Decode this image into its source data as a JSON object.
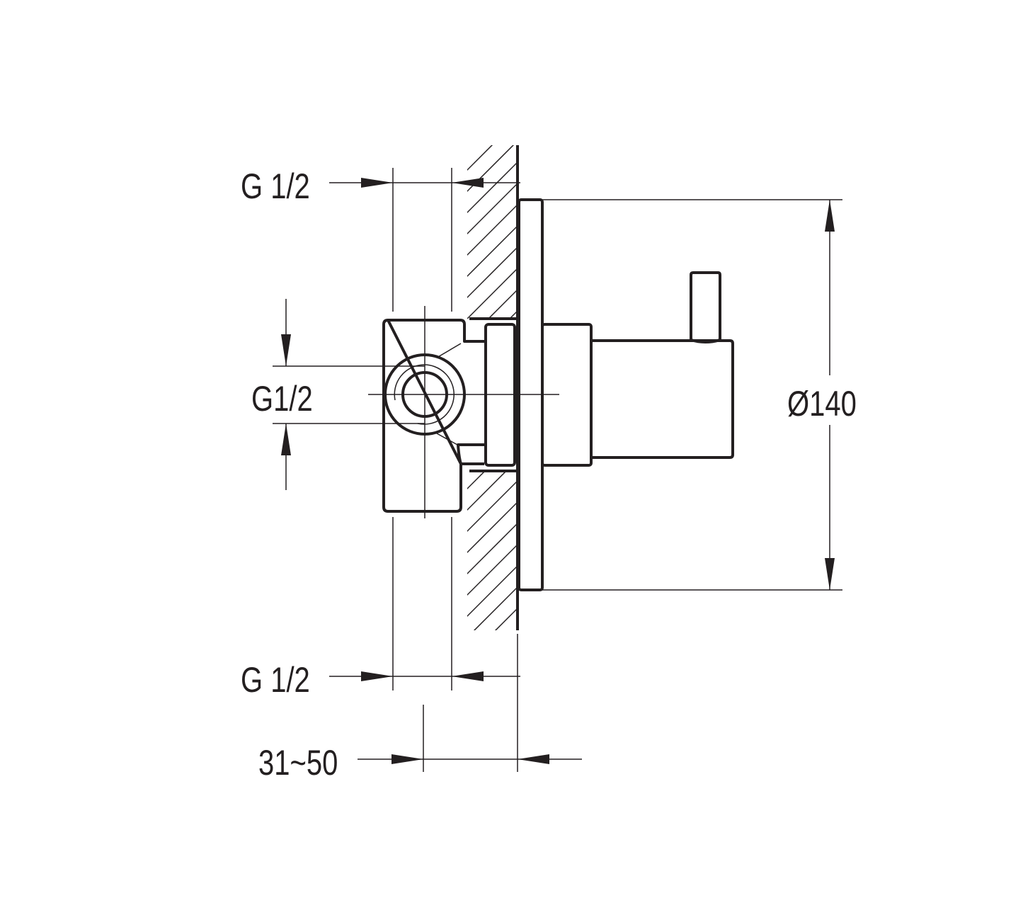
{
  "drawing": {
    "dimensions": {
      "top_connection": "G 1/2",
      "side_connection": "G1/2",
      "bottom_connection": "G 1/2",
      "wall_depth": "31~50",
      "cover_diameter": "Ø140"
    },
    "line_color": "#231f20",
    "background": "#ffffff"
  }
}
